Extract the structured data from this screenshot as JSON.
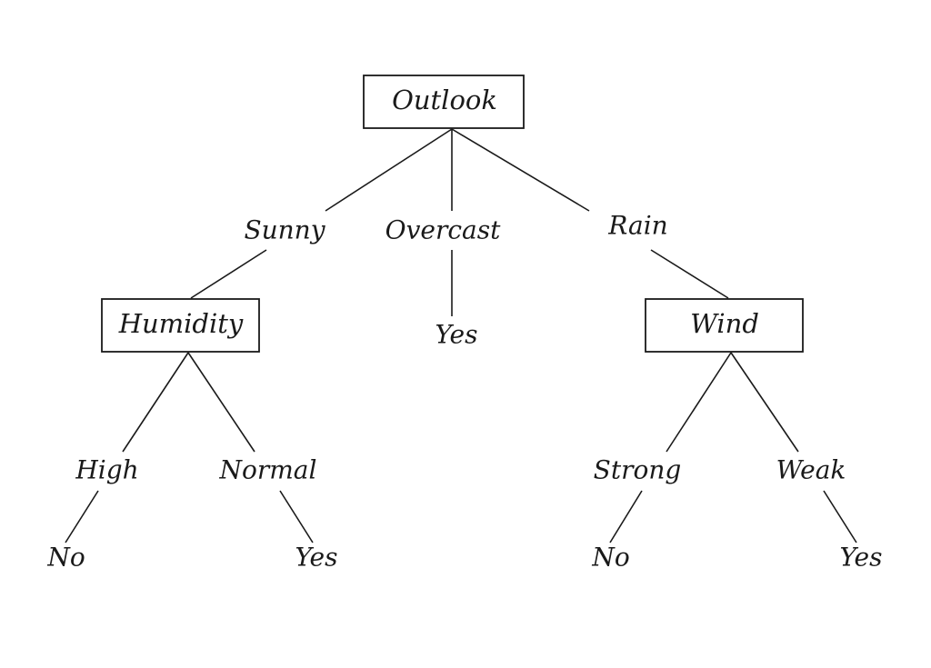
{
  "tree": {
    "root": "Outlook",
    "branches": {
      "sunny": "Sunny",
      "overcast": "Overcast",
      "rain": "Rain"
    },
    "humidity": {
      "label": "Humidity",
      "high": "High",
      "normal": "Normal",
      "high_leaf": "No",
      "normal_leaf": "Yes"
    },
    "overcast_leaf": "Yes",
    "wind": {
      "label": "Wind",
      "strong": "Strong",
      "weak": "Weak",
      "strong_leaf": "No",
      "weak_leaf": "Yes"
    }
  }
}
